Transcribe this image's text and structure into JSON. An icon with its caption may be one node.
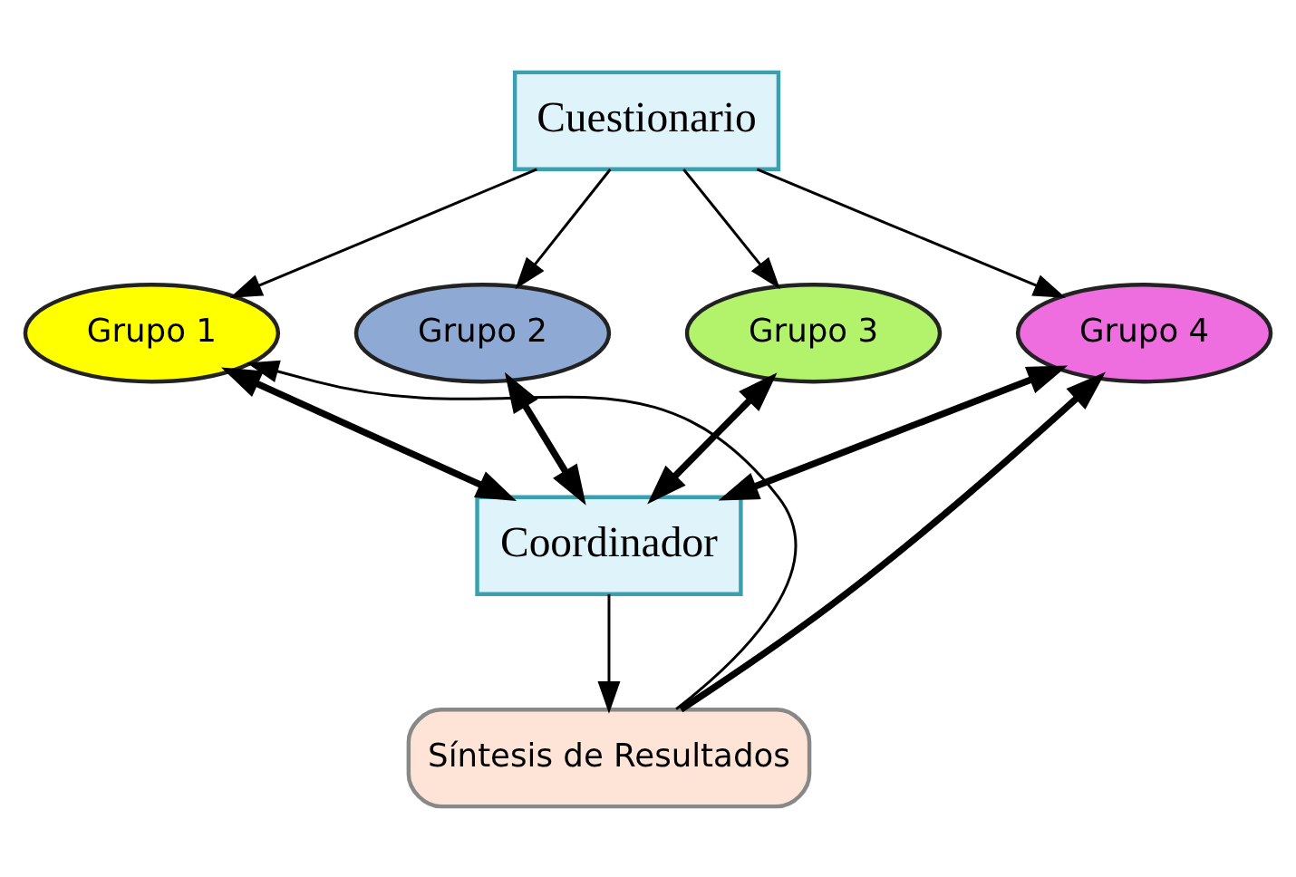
{
  "diagram": {
    "nodes": [
      {
        "text": [
          "Cuestionario"
        ]
      },
      {
        "text": [
          "Grupo 1"
        ]
      },
      {
        "text": [
          "Grupo 2"
        ]
      },
      {
        "text": [
          "Grupo 3"
        ]
      },
      {
        "text": [
          "Grupo 4"
        ]
      },
      {
        "text": [
          "Coordinador"
        ]
      },
      {
        "text": [
          "Síntesis de Resultados"
        ]
      }
    ],
    "edges": [
      {
        "from": 0,
        "to": 1,
        "arrow": "to"
      },
      {
        "from": 0,
        "to": 2,
        "arrow": "to"
      },
      {
        "from": 0,
        "to": 3,
        "arrow": "to"
      },
      {
        "from": 0,
        "to": 4,
        "arrow": "to"
      },
      {
        "from": 5,
        "to": 1,
        "arrow": "both",
        "style": "thick"
      },
      {
        "from": 5,
        "to": 2,
        "arrow": "both",
        "style": "thick"
      },
      {
        "from": 5,
        "to": 3,
        "arrow": "both",
        "style": "thick"
      },
      {
        "from": 5,
        "to": 4,
        "arrow": "both",
        "style": "thick"
      },
      {
        "from": 5,
        "to": 6,
        "arrow": "to"
      },
      {
        "from": 6,
        "to": 1,
        "arrow": "to"
      },
      {
        "from": 6,
        "to": 4,
        "arrow": "to",
        "style": "thick"
      }
    ]
  }
}
